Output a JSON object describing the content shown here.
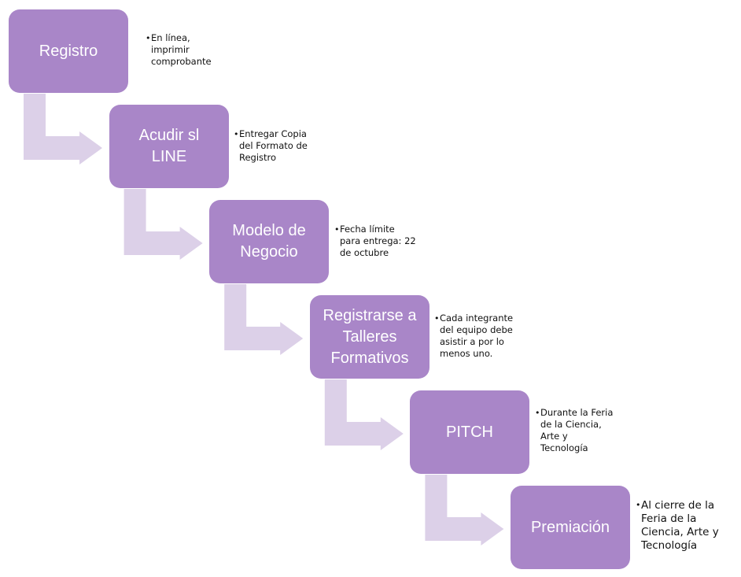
{
  "diagram": {
    "steps": [
      {
        "title": "Registro",
        "note": "En línea,\nimprimir\ncomprobante"
      },
      {
        "title": "Acudir sl\nLINE",
        "note": "Entregar Copia\ndel Formato de\nRegistro"
      },
      {
        "title": "Modelo de\nNegocio",
        "note": "Fecha límite\npara entrega: 22\nde octubre"
      },
      {
        "title": "Registrarse a\nTalleres\nFormativos",
        "note": "Cada integrante\ndel equipo debe\nasistir a por lo\nmenos uno."
      },
      {
        "title": "PITCH",
        "note": "Durante la Feria\nde la Ciencia,\nArte y\nTecnología"
      },
      {
        "title": "Premiación",
        "note": "Al cierre de la\nFeria de la\nCiencia, Arte y\nTecnología"
      }
    ],
    "bullet_char": "•",
    "colors": {
      "box_fill": "#a986c8",
      "box_text": "#ffffff",
      "connector_arrow": "#dcd0e8",
      "note_text": "#111111"
    }
  }
}
